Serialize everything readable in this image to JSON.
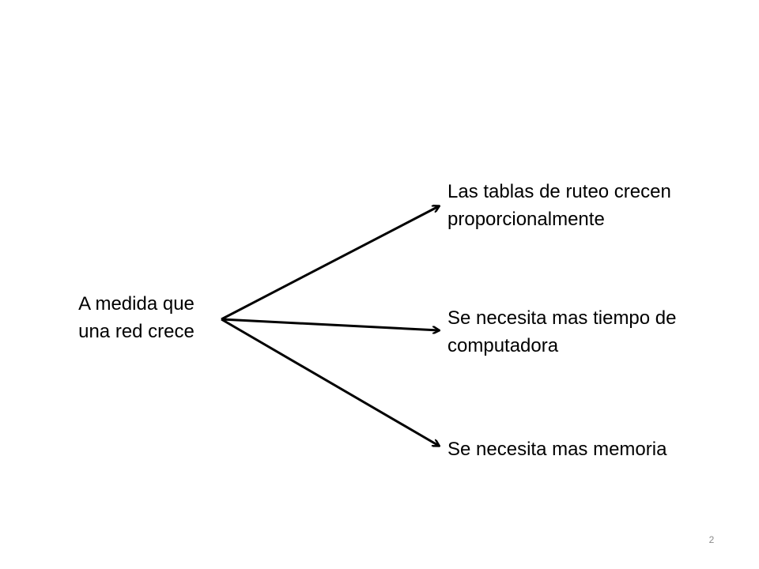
{
  "diagram": {
    "source": {
      "lines": [
        "A medida que",
        "una red crece"
      ]
    },
    "targets": [
      {
        "lines": [
          "Las tablas de ruteo crecen",
          "proporcionalmente"
        ]
      },
      {
        "lines": [
          "Se necesita mas tiempo de",
          "computadora"
        ]
      },
      {
        "lines": [
          "Se necesita mas memoria"
        ]
      }
    ],
    "arrow_color": "#000000"
  },
  "footer": {
    "page_number": "2"
  }
}
